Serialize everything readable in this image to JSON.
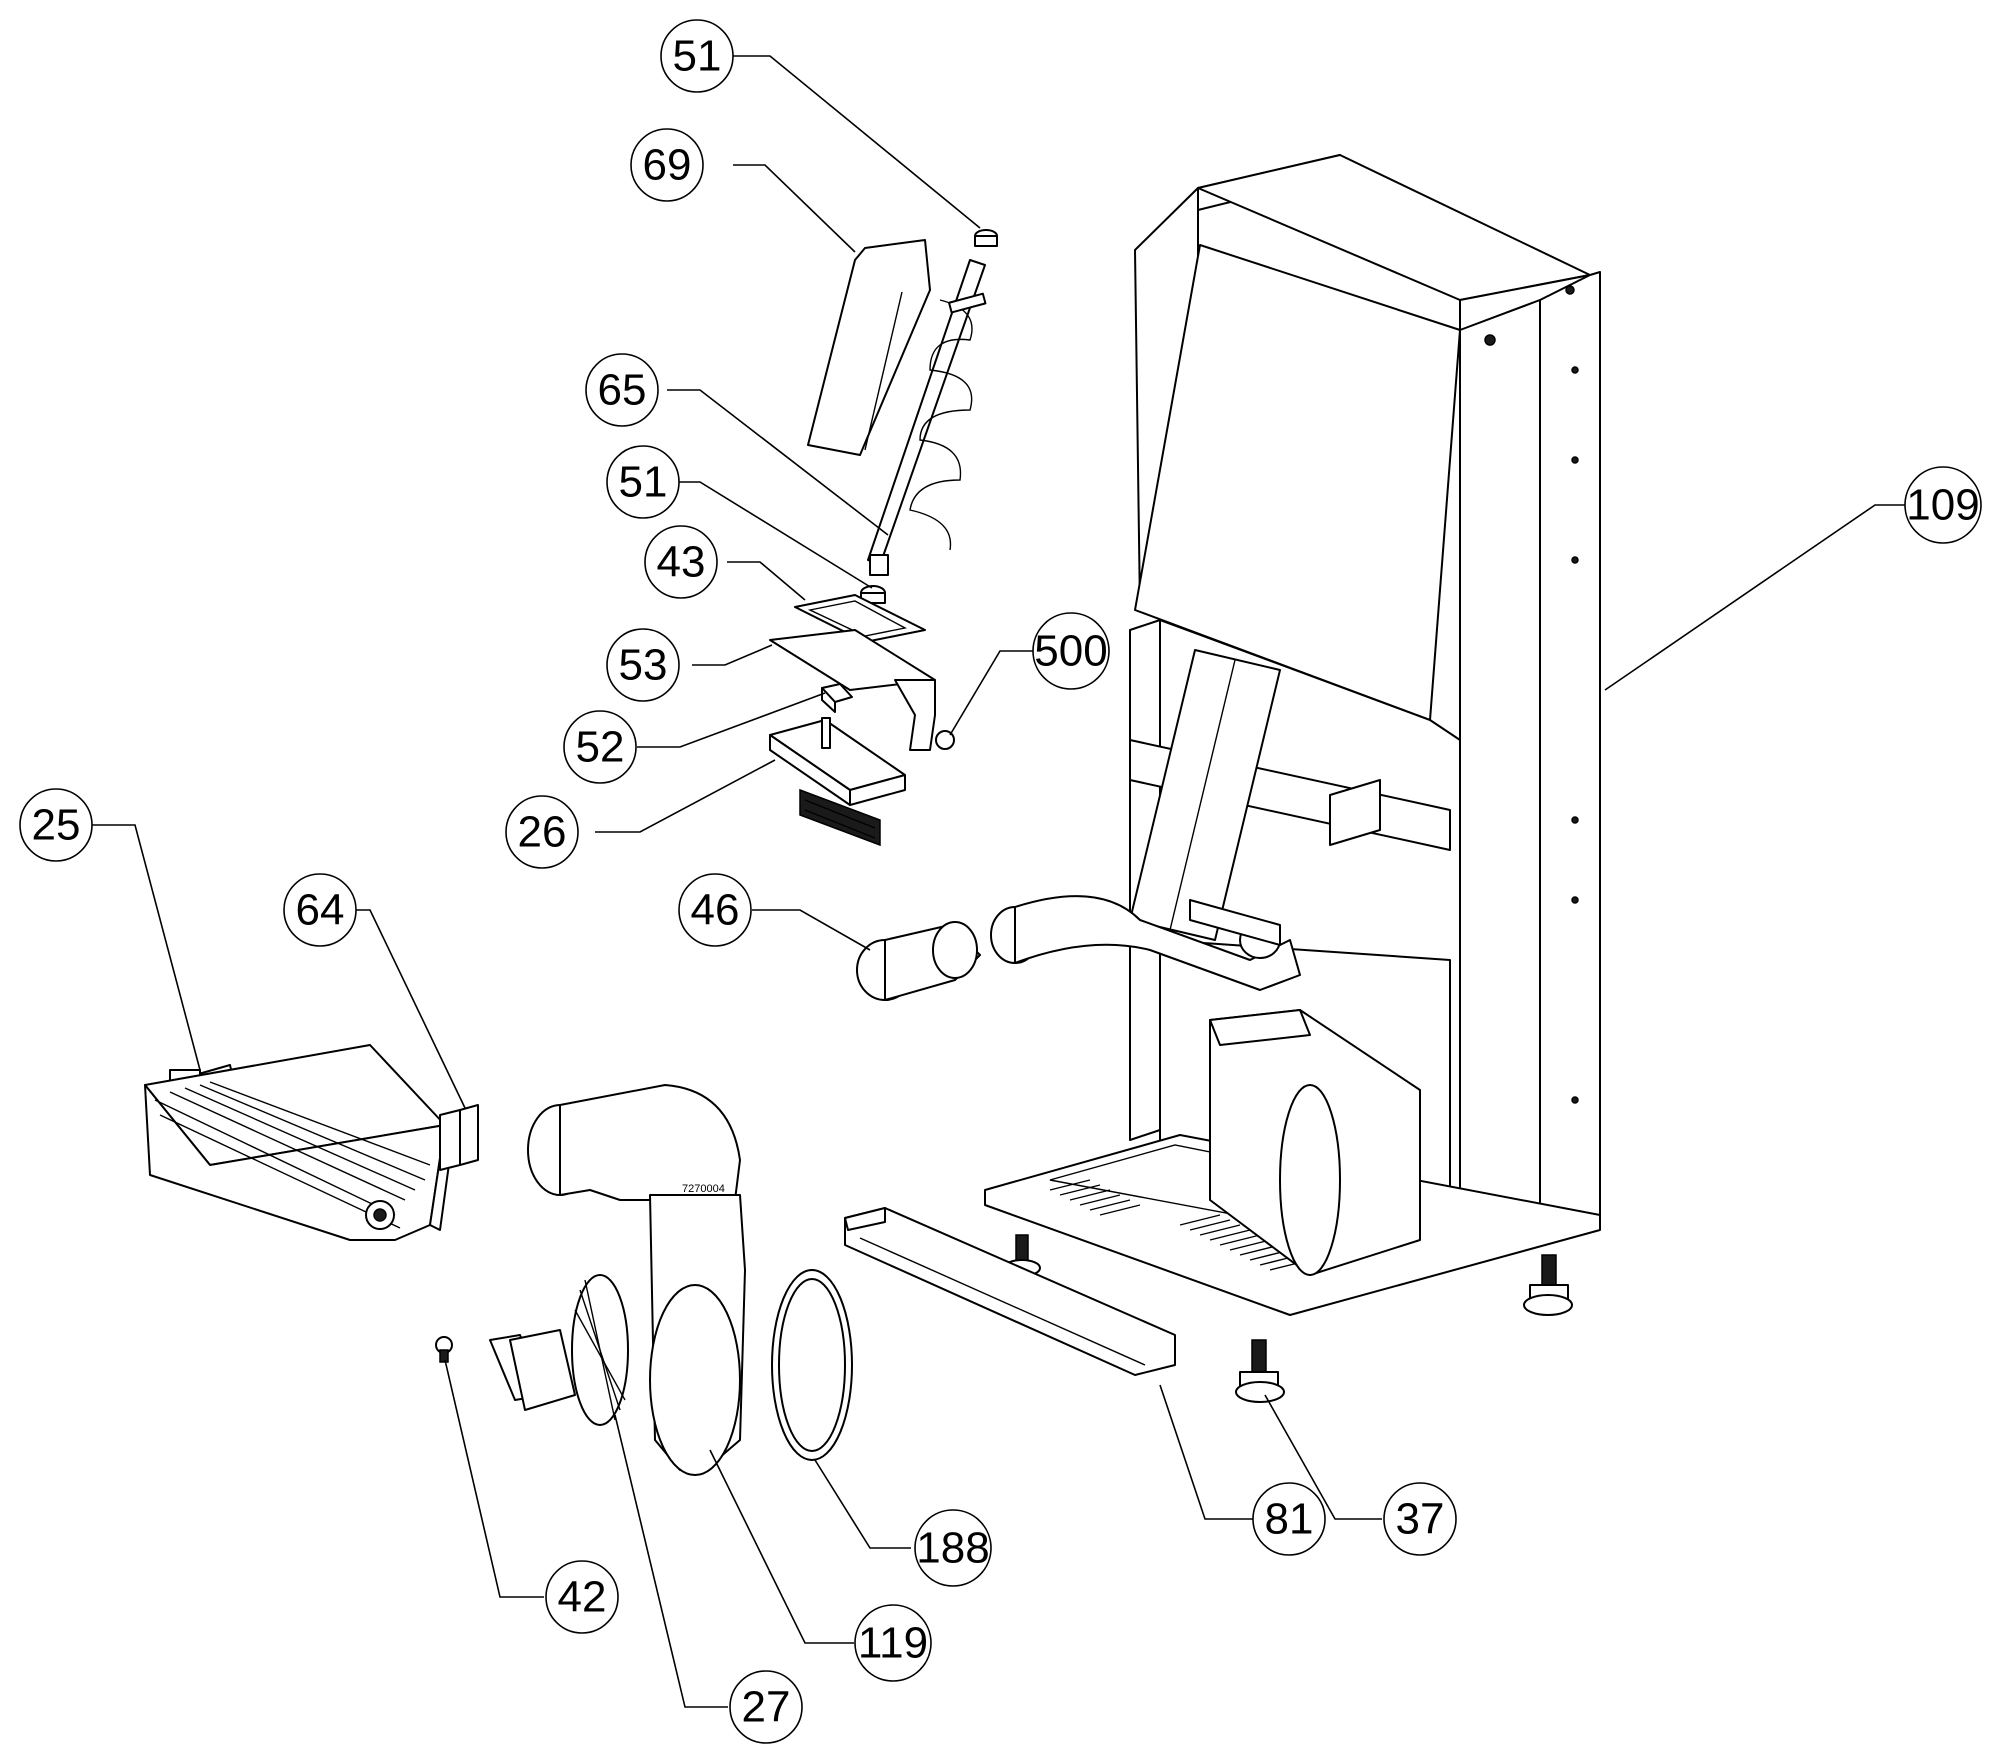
{
  "callouts": [
    {
      "id": "51a",
      "label": "51"
    },
    {
      "id": "69",
      "label": "69"
    },
    {
      "id": "65",
      "label": "65"
    },
    {
      "id": "51b",
      "label": "51"
    },
    {
      "id": "43",
      "label": "43"
    },
    {
      "id": "53",
      "label": "53"
    },
    {
      "id": "500",
      "label": "500"
    },
    {
      "id": "52",
      "label": "52"
    },
    {
      "id": "26",
      "label": "26"
    },
    {
      "id": "25",
      "label": "25"
    },
    {
      "id": "64",
      "label": "64"
    },
    {
      "id": "46",
      "label": "46"
    },
    {
      "id": "109",
      "label": "109"
    },
    {
      "id": "188",
      "label": "188"
    },
    {
      "id": "81",
      "label": "81"
    },
    {
      "id": "37",
      "label": "37"
    },
    {
      "id": "42",
      "label": "42"
    },
    {
      "id": "119",
      "label": "119"
    },
    {
      "id": "27",
      "label": "27"
    }
  ],
  "part_marking": "7270004"
}
